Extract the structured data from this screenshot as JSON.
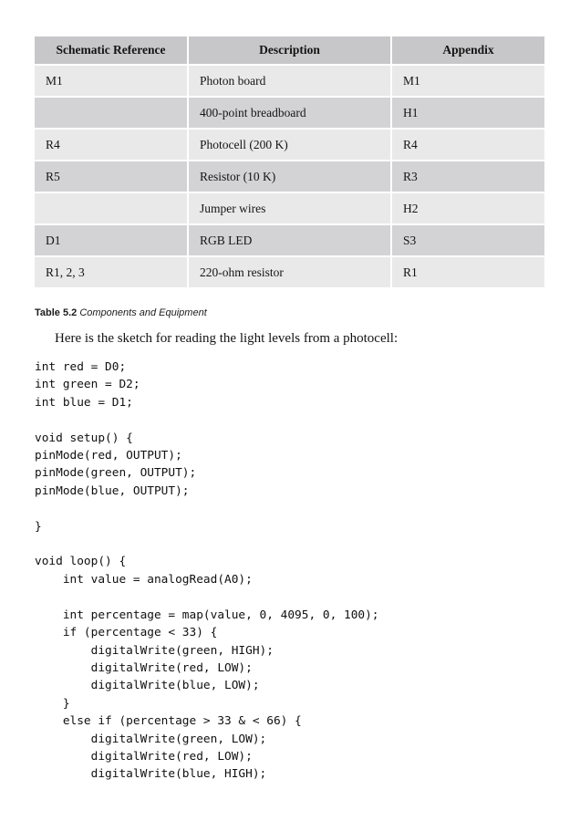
{
  "colors": {
    "header_bg": "#c7c7c9",
    "row_light": "#e9e9ea",
    "row_dark": "#d3d3d5"
  },
  "table": {
    "headers": [
      "Schematic Reference",
      "Description",
      "Appendix"
    ],
    "rows": [
      [
        "M1",
        "Photon board",
        "M1"
      ],
      [
        "",
        "400-point breadboard",
        "H1"
      ],
      [
        "R4",
        "Photocell (200 K)",
        "R4"
      ],
      [
        "R5",
        "Resistor (10 K)",
        "R3"
      ],
      [
        "",
        "Jumper wires",
        "H2"
      ],
      [
        "D1",
        "RGB LED",
        "S3"
      ],
      [
        "R1, 2, 3",
        "220-ohm resistor",
        "R1"
      ]
    ]
  },
  "caption": {
    "label": "Table 5.2",
    "title": "Components and Equipment"
  },
  "paragraph": "Here is the sketch for reading the light levels from a photocell:",
  "code": {
    "lines": [
      "int red = D0;",
      "int green = D2;",
      "int blue = D1;",
      "",
      "void setup() {",
      "pinMode(red, OUTPUT);",
      "pinMode(green, OUTPUT);",
      "pinMode(blue, OUTPUT);",
      "",
      "}",
      "",
      "void loop() {",
      "    int value = analogRead(A0);",
      "",
      "    int percentage = map(value, 0, 4095, 0, 100);",
      "    if (percentage < 33) {",
      "        digitalWrite(green, HIGH);",
      "        digitalWrite(red, LOW);",
      "        digitalWrite(blue, LOW);",
      "    }",
      "    else if (percentage > 33 & < 66) {",
      "        digitalWrite(green, LOW);",
      "        digitalWrite(red, LOW);",
      "        digitalWrite(blue, HIGH);"
    ]
  }
}
